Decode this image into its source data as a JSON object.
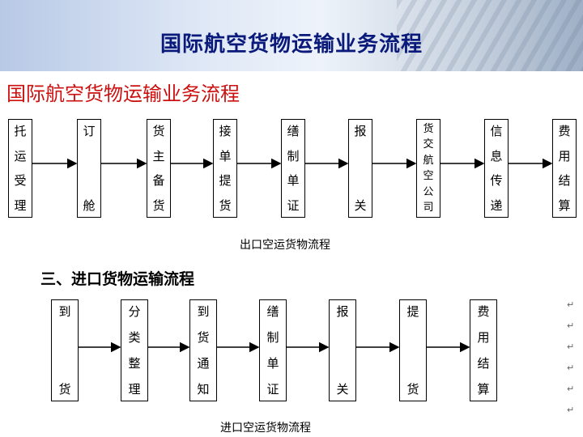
{
  "header": {
    "banner_title": "国际航空货物运输业务流程",
    "subtitle": "国际航空货物运输业务流程"
  },
  "export_flow": {
    "caption": "出口空运货物流程",
    "steps": [
      [
        "托",
        "运",
        "受",
        "理"
      ],
      [
        "订",
        "",
        "",
        "舱"
      ],
      [
        "货",
        "主",
        "备",
        "货"
      ],
      [
        "接",
        "单",
        "提",
        "货"
      ],
      [
        "缮",
        "制",
        "单",
        "证"
      ],
      [
        "报",
        "",
        "",
        "关"
      ],
      [
        "货",
        "交",
        "航",
        "空",
        "公",
        "司"
      ],
      [
        "信",
        "息",
        "传",
        "递"
      ],
      [
        "费",
        "用",
        "结",
        "算"
      ]
    ]
  },
  "import_flow": {
    "heading": "三、进口货物运输流程",
    "caption": "进口空运货物流程",
    "steps": [
      [
        "到",
        "",
        "",
        "货"
      ],
      [
        "分",
        "类",
        "整",
        "理"
      ],
      [
        "到",
        "货",
        "通",
        "知"
      ],
      [
        "缮",
        "制",
        "单",
        "证"
      ],
      [
        "报",
        "",
        "",
        "关"
      ],
      [
        "提",
        "",
        "",
        "货"
      ],
      [
        "费",
        "用",
        "结",
        "算"
      ]
    ]
  }
}
